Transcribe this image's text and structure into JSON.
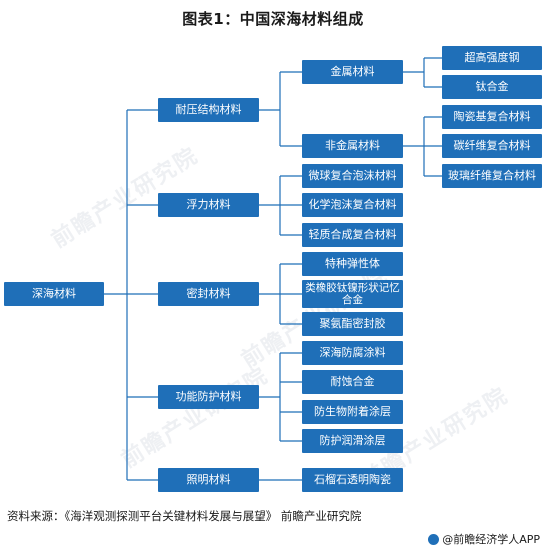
{
  "title": "图表1：中国深海材料组成",
  "root": "深海材料",
  "level1": {
    "pressure": "耐压结构材料",
    "buoyancy": "浮力材料",
    "seal": "密封材料",
    "protection": "功能防护材料",
    "lighting": "照明材料"
  },
  "level2": {
    "metal": "金属材料",
    "nonmetal": "非金属材料"
  },
  "leaves": {
    "metal": [
      "超高强度钢",
      "钛合金"
    ],
    "nonmetal": [
      "陶瓷基复合材料",
      "碳纤维复合材料",
      "玻璃纤维复合材料"
    ],
    "buoyancy": [
      "微球复合泡沫材料",
      "化学泡沫复合材料",
      "轻质合成复合材料"
    ],
    "seal": [
      "特种弹性体",
      "类橡胶钛镍形状记忆合金",
      "聚氨酯密封胶"
    ],
    "protection": [
      "深海防腐涂料",
      "耐蚀合金",
      "防生物附着涂层",
      "防护润滑涂层"
    ],
    "lighting": [
      "石榴石透明陶瓷"
    ]
  },
  "source": "资料来源：《海洋观测探测平台关键材料发展与展望》 前瞻产业研究院",
  "brand": "@前瞻经济学人APP",
  "colors": {
    "box": "#1f6fb8",
    "line": "#1f6fb8"
  }
}
